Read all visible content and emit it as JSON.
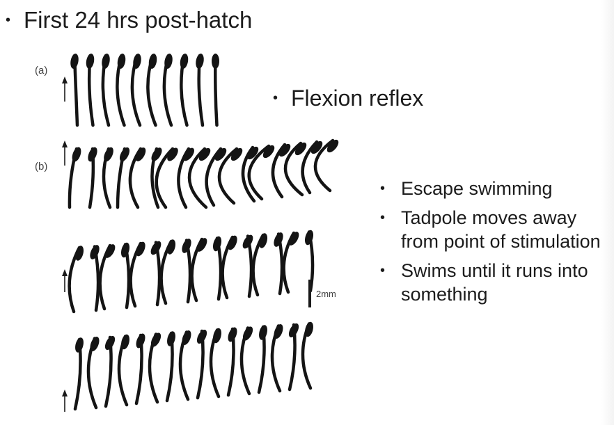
{
  "slide": {
    "title": "First 24 hrs post-hatch",
    "subpoint": "Flexion reflex",
    "bullets": [
      "Escape swimming",
      "Tadpole moves away from point of stimulation",
      "Swims until it runs into something"
    ]
  },
  "figure": {
    "panel_a_label": "(a)",
    "panel_b_label": "(b)",
    "scale_bar_label": "2mm"
  }
}
